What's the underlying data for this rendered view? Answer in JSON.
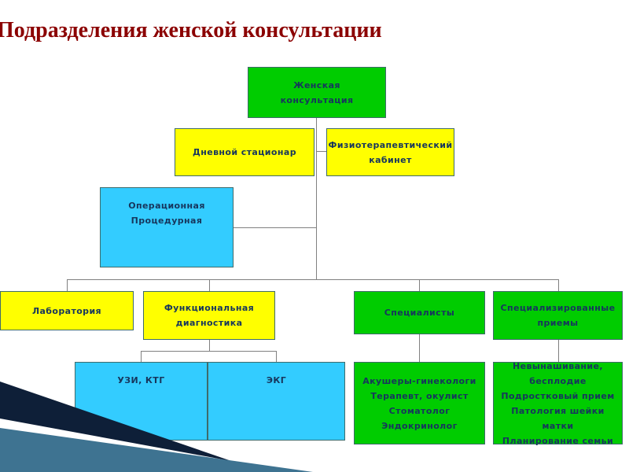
{
  "slide": {
    "title": "Подразделения женской консультации"
  },
  "diagram": {
    "type": "org-chart",
    "nodes": {
      "root": {
        "label": "Женская\nконсультация",
        "color": "green"
      },
      "day_hospital": {
        "label": "Дневной стационар",
        "color": "yellow"
      },
      "physio_room": {
        "label": "Физиотерапевтический\nкабинет",
        "color": "yellow"
      },
      "operating_procedure": {
        "label": "Операционная\nПроцедурная",
        "color": "cyan"
      },
      "laboratory": {
        "label": "Лаборатория",
        "color": "yellow"
      },
      "functional_diagnostics": {
        "label": "Функциональная\nдиагностика",
        "color": "yellow"
      },
      "specialists": {
        "label": "Специалисты",
        "color": "green"
      },
      "specialized_appointments": {
        "label": "Специализированные\nприемы",
        "color": "green"
      },
      "uzi_ktg": {
        "label": "УЗИ, КТГ",
        "color": "cyan"
      },
      "ekg": {
        "label": "ЭКГ",
        "color": "cyan"
      },
      "specialists_list": {
        "label": "Акушеры-гинекологи\nТерапевт, окулист\nСтоматолог\nЭндокринолог",
        "color": "green"
      },
      "appointments_list": {
        "label": "Невынашивание, бесплодие\nПодростковый прием\nПатология шейки матки\nПланирование семьи",
        "color": "green"
      }
    },
    "edges": [
      [
        "root",
        "day_hospital"
      ],
      [
        "root",
        "physio_room"
      ],
      [
        "root",
        "operating_procedure"
      ],
      [
        "root",
        "laboratory"
      ],
      [
        "root",
        "functional_diagnostics"
      ],
      [
        "root",
        "specialists"
      ],
      [
        "root",
        "specialized_appointments"
      ],
      [
        "functional_diagnostics",
        "uzi_ktg"
      ],
      [
        "functional_diagnostics",
        "ekg"
      ],
      [
        "specialists",
        "specialists_list"
      ],
      [
        "specialized_appointments",
        "appointments_list"
      ]
    ],
    "colors": {
      "green": "#00cc00",
      "yellow": "#ffff00",
      "cyan": "#33ccff",
      "box_text": "#17365d",
      "connector": "#808080",
      "title": "#8b0000",
      "decoration_dark": "#0e1f38",
      "decoration_blue": "#3e7391"
    }
  }
}
